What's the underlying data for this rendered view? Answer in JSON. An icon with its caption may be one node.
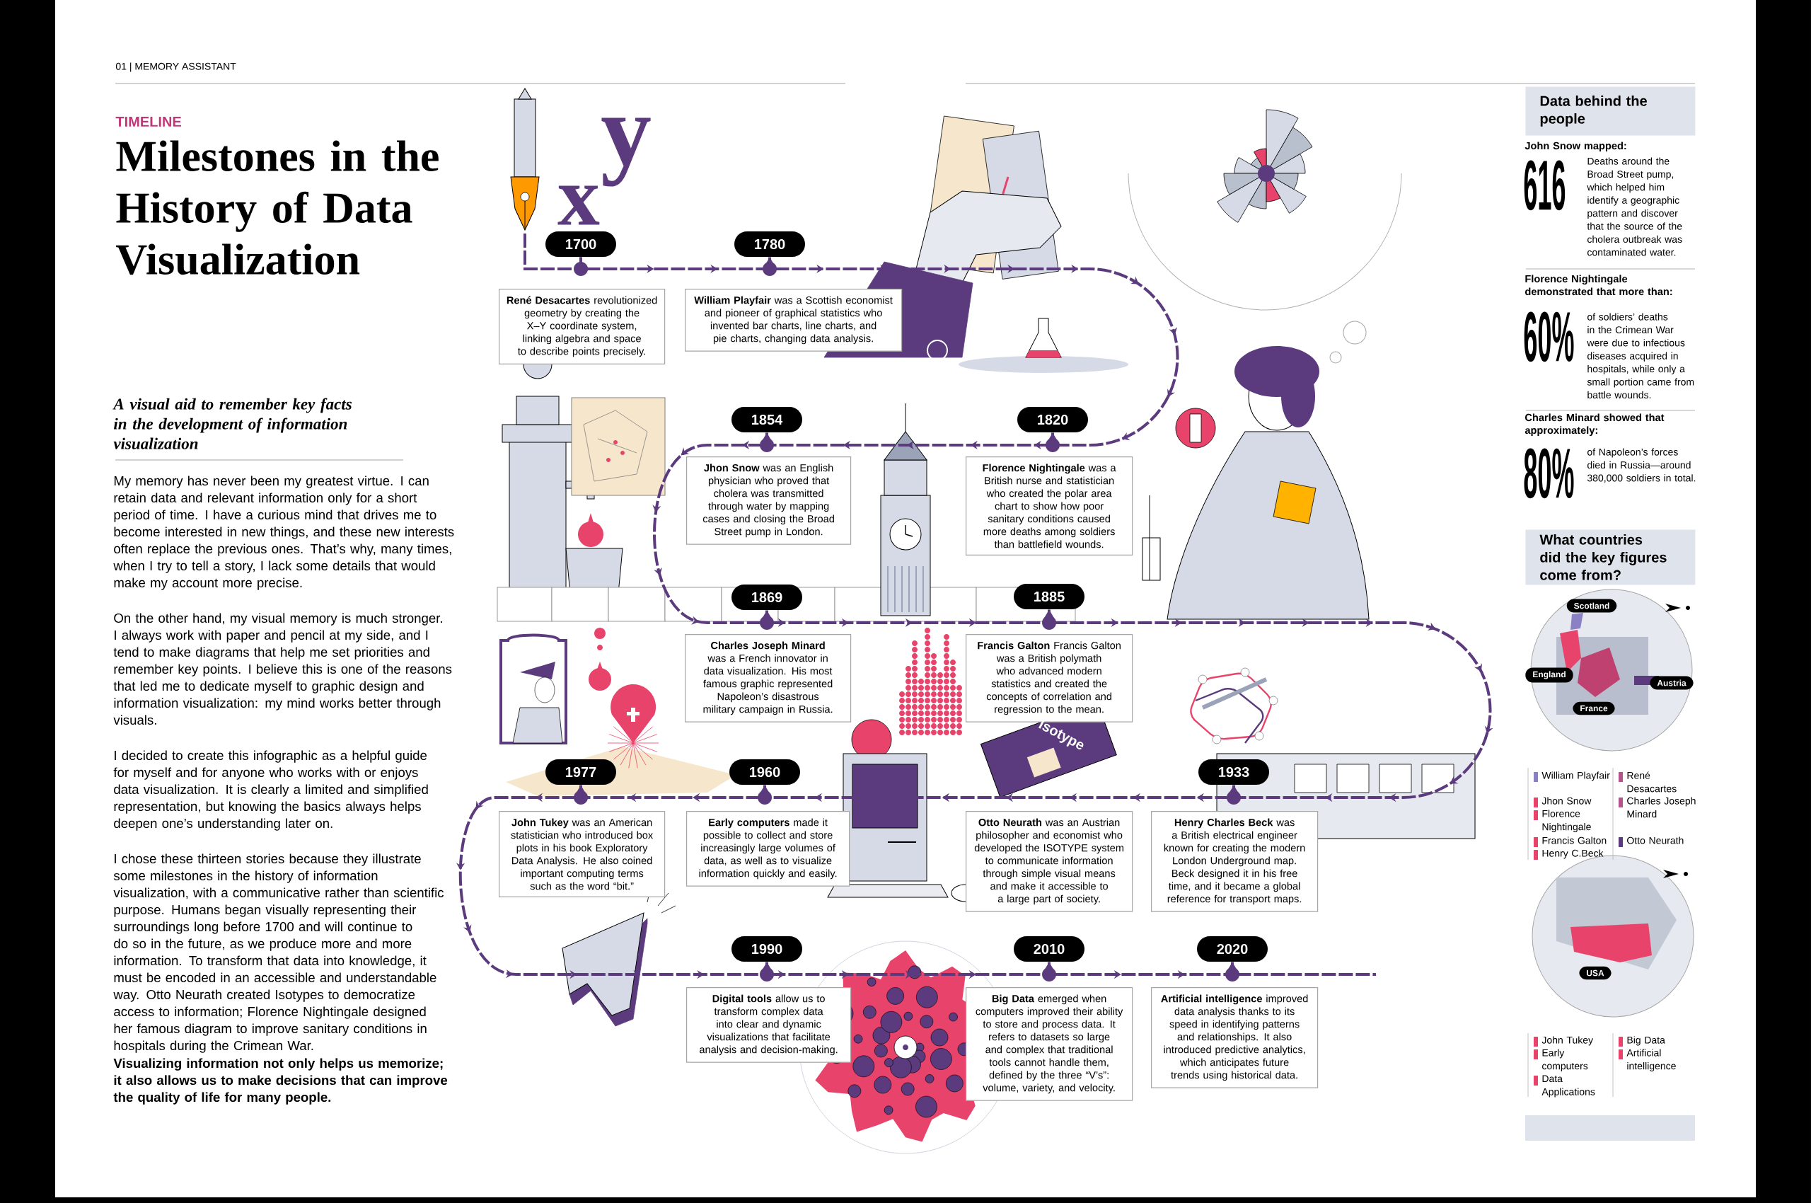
{
  "diagram": {
    "title": "Milestones in the History of Data Visualization",
    "nodes": [
      {
        "text": [
          "1700"
        ]
      },
      {
        "text": [
          "1780"
        ]
      },
      {
        "text": [
          "1820"
        ]
      },
      {
        "text": [
          "1854"
        ]
      },
      {
        "text": [
          "1869"
        ]
      },
      {
        "text": [
          "1885"
        ]
      },
      {
        "text": [
          "1933"
        ]
      },
      {
        "text": [
          "1960"
        ]
      },
      {
        "text": [
          "1977"
        ]
      },
      {
        "text": [
          "1990"
        ]
      },
      {
        "text": [
          "2010"
        ]
      },
      {
        "text": [
          "2020"
        ]
      },
      {
        "text": [
          "**René Desacartes** revolutionized geometry by creating the X–Y coordinate system, linking algebra and space to describe points precisely."
        ]
      },
      {
        "text": [
          "**William Playfair** was a Scottish economist and pioneer of graphical statistics who invented bar charts, line charts, and pie charts, changing data analysis."
        ]
      },
      {
        "text": [
          "**Jhon Snow** was an English physician who proved that cholera was transmitted through water by mapping cases and closing the Broad Street pump in London."
        ]
      },
      {
        "text": [
          "**Florence Nightingale** was a British nurse and statistician who created the polar area chart to show how poor sanitary conditions caused more deaths among soldiers than battlefield wounds."
        ]
      },
      {
        "text": [
          "**Charles Joseph Minard** was a French innovator in data visualization. His most famous graphic represented Napoleon’s disastrous military campaign in Russia."
        ]
      },
      {
        "text": [
          "**Francis Galton** Francis Galton was a British polymath who advanced modern statistics and created the concepts of correlation and regression to the mean."
        ]
      },
      {
        "text": [
          "**John Tukey** was an American statistician who introduced box plots in his book Exploratory Data Analysis. He also coined important computing terms such as the word “bit.”"
        ]
      },
      {
        "text": [
          "**Early computers** made it possible to collect and store increasingly large volumes of data, as well as to visualize information quickly and easily."
        ]
      },
      {
        "text": [
          "**Otto Neurath** was an Austrian philosopher and economist who developed the ISOTYPE system to communicate information through simple visual means and make it accessible to a large part of society."
        ]
      },
      {
        "text": [
          "**Henry Charles Beck** was a British electrical engineer known for creating the modern London Underground map. Beck designed it in his free time, and it became a global reference for transport maps."
        ]
      },
      {
        "text": [
          "**Digital tools** allow us to transform complex data into clear and dynamic visualizations that facilitate analysis and decision-making."
        ]
      },
      {
        "text": [
          "**Big Data** emerged when computers improved their ability to store and process data. It refers to datasets so large and complex that traditional tools cannot handle them, defined by the three “V’s”: volume, variety, and velocity."
        ]
      },
      {
        "text": [
          "**Artificial intelligence** improved data analysis thanks to its speed in identifying patterns and relationships. It also introduced predictive analytics, which anticipates future trends using historical data."
        ]
      },
      {
        "text": [
          "Data behind the people"
        ]
      },
      {
        "text": [
          "What countries did the key figures come from?"
        ]
      },
      {
        "text": [
          "Scotland"
        ]
      },
      {
        "text": [
          "England"
        ]
      },
      {
        "text": [
          "France"
        ]
      },
      {
        "text": [
          "Austria"
        ]
      },
      {
        "text": [
          "USA"
        ]
      }
    ],
    "edges": [
      {
        "from": null,
        "to": 0,
        "arrow": "none"
      },
      {
        "from": 0,
        "to": 1,
        "arrow": "to"
      },
      {
        "from": 1,
        "to": 2,
        "arrow": "to"
      },
      {
        "from": 2,
        "to": 3,
        "arrow": "to"
      },
      {
        "from": 3,
        "to": 4,
        "arrow": "to"
      },
      {
        "from": 4,
        "to": 5,
        "arrow": "to"
      },
      {
        "from": 5,
        "to": 6,
        "arrow": "to"
      },
      {
        "from": 6,
        "to": 7,
        "arrow": "to"
      },
      {
        "from": 7,
        "to": 8,
        "arrow": "to"
      },
      {
        "from": 8,
        "to": 9,
        "arrow": "to"
      },
      {
        "from": 9,
        "to": 10,
        "arrow": "to"
      },
      {
        "from": 10,
        "to": 11,
        "arrow": "to"
      },
      {
        "from": 11,
        "to": null,
        "arrow": "none"
      }
    ],
    "labels": [
      "01 | MEMORY ASSISTANT",
      "TIMELINE",
      "A visual aid to remember key facts in the development of information visualization",
      "My memory has never been my greatest virtue. I can retain data and relevant information only for a short period of time. I have a curious mind that drives me to become interested in new things, and these new interests often replace the previous ones. That’s why, many times, when I try to tell a story, I lack some details that would make my account more precise.",
      "On the other hand, my visual memory is much stronger. I always work with paper and pencil at my side, and I tend to make diagrams that help me set priorities and remember key points. I believe this is one of the reasons that led me to dedicate myself to graphic design and information visualization: my mind works better through visuals.",
      "I decided to create this infographic as a helpful guide for myself and for anyone who works with or enjoys data visualization. It is clearly a limited and simplified representation, but knowing the basics always helps deepen one’s understanding later on.",
      "I chose these thirteen stories because they illustrate some milestones in the history of information visualization, with a communicative rather than scientific purpose. Humans began visually representing their surroundings long before 1700 and will continue to do so in the future, as we produce more and more information. To transform that data into knowledge, it must be encoded in an accessible and understandable way. Otto Neurath created Isotypes to democratize access to information; Florence Nightingale designed her famous diagram to improve sanitary conditions in hospitals during the Crimean War.",
      "Visualizing information not only helps us memorize; it also allows us to make decisions that can improve the quality of life for many people.",
      "x",
      "y",
      "Isotype",
      "John Snow mapped:",
      "616",
      "Deaths around the Broad Street pump, which helped him identify a geographic pattern and discover that the source of the cholera outbreak was contaminated water.",
      "Florence Nightingale demonstrated that more than:",
      "60%",
      "of soldiers’ deaths in the Crimean War were due to infectious diseases acquired in hospitals, while only a small portion came from battle wounds.",
      "Charles Minard showed that approximately:",
      "80%",
      "of Napoleon’s forces died in Russia—around 380,000 soldiers in total."
    ],
    "legend": [
      {
        "text": "William Playfair",
        "color": "#8b80c4"
      },
      {
        "text": "Jhon Snow",
        "color": "#e8436a"
      },
      {
        "text": "Florence Nightingale",
        "color": "#e8436a"
      },
      {
        "text": "Francis Galton",
        "color": "#e8436a"
      },
      {
        "text": "Henry C.Beck",
        "color": "#e8436a"
      },
      {
        "text": "René Desacartes",
        "color": "#b5548a"
      },
      {
        "text": "Charles Joseph Minard",
        "color": "#b5548a"
      },
      {
        "text": "Otto Neurath",
        "color": "#5b3b7d"
      },
      {
        "text": "John Tukey",
        "color": "#e8436a"
      },
      {
        "text": "Early computers",
        "color": "#e8436a"
      },
      {
        "text": "Data Applications",
        "color": "#e8436a"
      },
      {
        "text": "Big Data",
        "color": "#e8436a"
      },
      {
        "text": "Artificial intelligence",
        "color": "#e8436a"
      }
    ]
  }
}
